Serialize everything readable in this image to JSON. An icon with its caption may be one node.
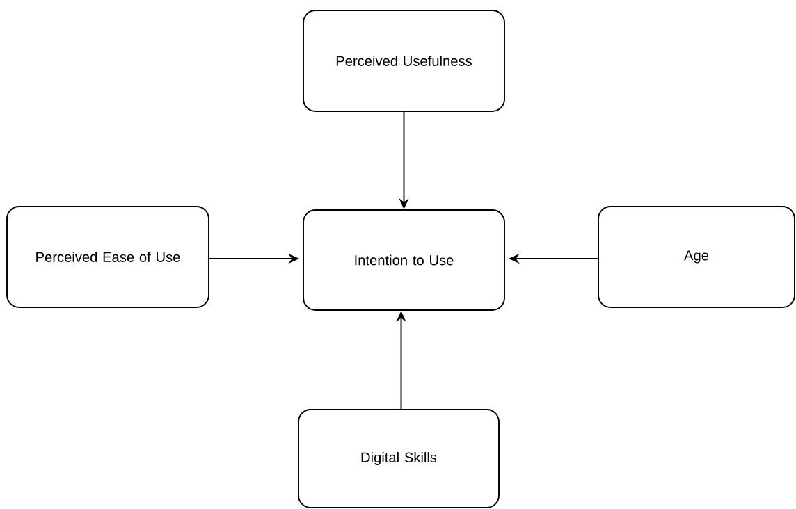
{
  "diagram": {
    "nodes": [
      {
        "text": [
          "Perceived Usefulness"
        ]
      },
      {
        "text": [
          "Perceived Ease of Use"
        ]
      },
      {
        "text": [
          "Intention to Use"
        ]
      },
      {
        "text": [
          "Age"
        ]
      },
      {
        "text": [
          "Digital Skills"
        ]
      }
    ],
    "edges": [
      {
        "from": 0,
        "to": 2,
        "arrow": "to"
      },
      {
        "from": 1,
        "to": 2,
        "arrow": "to"
      },
      {
        "from": 3,
        "to": 2,
        "arrow": "to"
      },
      {
        "from": 4,
        "to": 2,
        "arrow": "to"
      }
    ]
  }
}
